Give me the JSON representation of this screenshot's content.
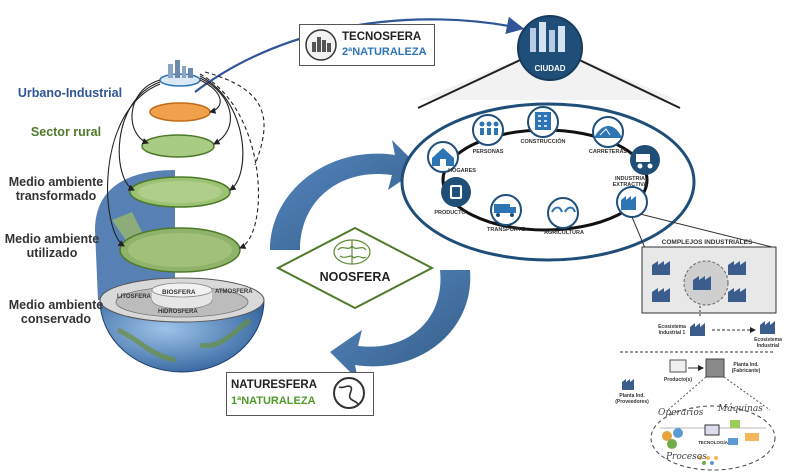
{
  "left_strata": {
    "urbano": "Urbano-Industrial",
    "rural": "Sector rural",
    "transformado": "Medio ambiente transformado",
    "utilizado": "Medio ambiente utilizado",
    "conservado": "Medio ambiente conservado",
    "litosfera": "LITOSFERA",
    "biosfera": "BIOSFERA",
    "atmosfera": "ATMOSFERA",
    "hidrosfera": "HIDROSFERA"
  },
  "tecnosfera": {
    "title": "TECNOSFERA",
    "subtitle": "2ªNATURALEZA"
  },
  "naturesfera": {
    "title": "NATURESFERA",
    "subtitle": "1ªNATURALEZA"
  },
  "noosfera": "NOOSFERA",
  "ciudad": "CIUDAD",
  "cycle_nodes": [
    {
      "label": "CONSTRUCCIÓN",
      "icon": "building-icon"
    },
    {
      "label": "CARRETERAS",
      "icon": "road-icon"
    },
    {
      "label": "INDUSTRIA EXTRACTIVA",
      "icon": "mining-truck-icon"
    },
    {
      "label": "",
      "icon": "factory-icon"
    },
    {
      "label": "AGRICULTURA",
      "icon": "tractor-icon"
    },
    {
      "label": "TRANSPORTE",
      "icon": "truck-icon"
    },
    {
      "label": "PRODUCTO",
      "icon": "product-icon"
    },
    {
      "label": "HOGARES",
      "icon": "house-icon"
    },
    {
      "label": "PERSONAS",
      "icon": "people-icon"
    }
  ],
  "complejos": {
    "title": "COMPLEJOS INDUSTRIALES",
    "eco1": "Ecosistema Industrial 1",
    "eco_n": "Ecosistema Industrial",
    "planta_fab": "Planta Ind. (Fabricante)",
    "planta_prov": "Planta Ind. (Proveedores)",
    "productos": "Producto(s)",
    "operarios": "Operarios",
    "maquinas": "Máquinas",
    "tecnologia": "TECNOLOGÍA",
    "procesos": "Procesos"
  },
  "colors": {
    "navy": "#1f4e79",
    "blue_mid": "#2e75b6",
    "green_title": "#4e7a2a",
    "green_sub": "#5a9e2f",
    "arrow_blue": "#2f5597"
  }
}
